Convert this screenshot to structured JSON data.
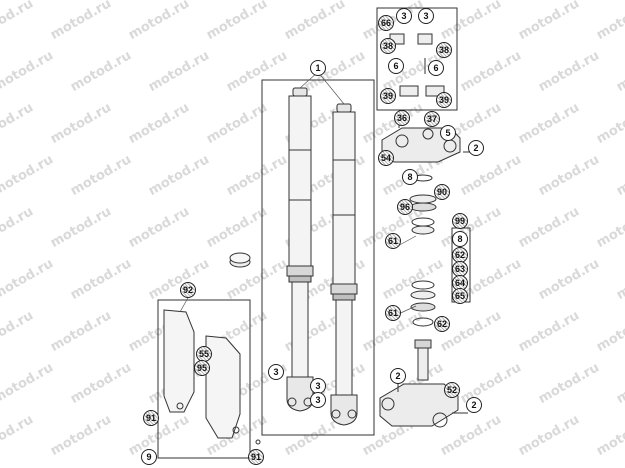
{
  "watermark": "motod.ru",
  "callouts": {
    "c1": "1",
    "c2a": "2",
    "c2b": "2",
    "c2c": "2",
    "c3a": "3",
    "c3b": "3",
    "c3c": "3",
    "c3d": "3",
    "c3e": "3",
    "c5": "5",
    "c6a": "6",
    "c6b": "6",
    "c8a": "8",
    "c8b": "8",
    "c9": "9",
    "k36": "36",
    "k37": "37",
    "k38a": "38",
    "k38b": "38",
    "k39a": "39",
    "k39b": "39",
    "k52": "52",
    "k54": "54",
    "k55": "55",
    "k61a": "61",
    "k61b": "61",
    "k62a": "62",
    "k62b": "62",
    "k63a": "63",
    "k64a": "64",
    "k65a": "65",
    "k66a": "66",
    "k90": "90",
    "k91a": "91",
    "k91b": "91",
    "k92": "92",
    "k95": "95",
    "k96": "96",
    "k99": "99"
  }
}
